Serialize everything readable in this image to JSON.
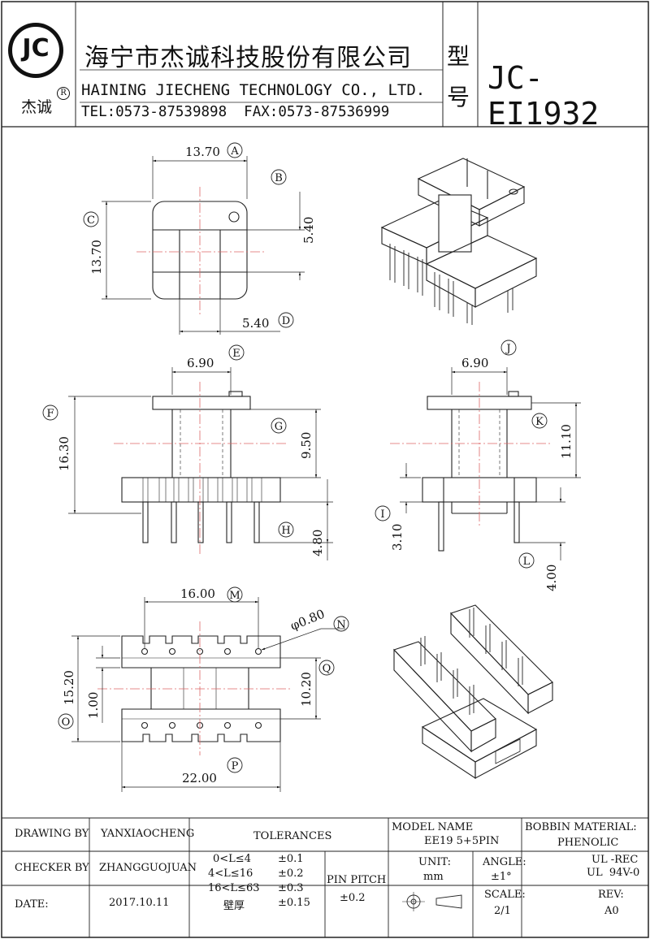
{
  "header": {
    "logo_text": "JC",
    "logo_caption": "杰诚",
    "logo_reg": "R",
    "company_cn": "海宁市杰诚科技股份有限公司",
    "company_en": "HAINING JIECHENG TECHNOLOGY CO., LTD.",
    "contact": "TEL:0573-87539898  FAX:0573-87536999",
    "type_label_1": "型",
    "type_label_2": "号",
    "model_no": "JC-EI1932"
  },
  "dimensions": {
    "A": {
      "letter": "A",
      "value": "13.70"
    },
    "B": {
      "letter": "B",
      "value": "5.40"
    },
    "C": {
      "letter": "C",
      "value": "13.70"
    },
    "D": {
      "letter": "D",
      "value": "5.40"
    },
    "E": {
      "letter": "E",
      "value": "6.90"
    },
    "F": {
      "letter": "F",
      "value": "16.30"
    },
    "G": {
      "letter": "G",
      "value": "9.50"
    },
    "H": {
      "letter": "H",
      "value": "4.80"
    },
    "J": {
      "letter": "J",
      "value": "6.90"
    },
    "K": {
      "letter": "K",
      "value": "11.10"
    },
    "I": {
      "letter": "I",
      "value": "3.10"
    },
    "L": {
      "letter": "L",
      "value": "4.00"
    },
    "M": {
      "letter": "M",
      "value": "16.00"
    },
    "N": {
      "letter": "N",
      "value": "φ0.80"
    },
    "O": {
      "letter": "O",
      "value": "15.20"
    },
    "Q": {
      "letter": "Q",
      "value": "10.20"
    },
    "P": {
      "letter": "P",
      "value": "22.00"
    },
    "R": {
      "value": "1.00"
    }
  },
  "titleblock": {
    "drawing_by_label": "DRAWING BY",
    "drawing_by": "YANXIAOCHENG",
    "checker_by_label": "CHECKER BY",
    "checker_by": "ZHANGGUOJUAN",
    "date_label": "DATE:",
    "date": "2017.10.11",
    "tolerances_label": "TOLERANCES",
    "tol_rows": [
      {
        "range": "0<L≤4",
        "value": "±0.1"
      },
      {
        "range": "4<L≤16",
        "value": "±0.2"
      },
      {
        "range": "16<L≤63",
        "value": "±0.3"
      },
      {
        "range": "壁厚",
        "value": "±0.15"
      }
    ],
    "pin_pitch_label": "PIN PITCH",
    "pin_pitch": "±0.2",
    "model_name_label": "MODEL NAME",
    "model_name": "EE19 5+5PIN",
    "bobbin_material_label": "BOBBIN MATERIAL:",
    "bobbin_material": "PHENOLIC",
    "unit_label": "UNIT:",
    "unit": "mm",
    "angle_label": "ANGLE:",
    "angle": "±1°",
    "ul_1": "UL -REC",
    "ul_2": "UL  94V-0",
    "scale_label": "SCALE:",
    "scale": "2/1",
    "rev_label": "REV:",
    "rev": "A0"
  }
}
